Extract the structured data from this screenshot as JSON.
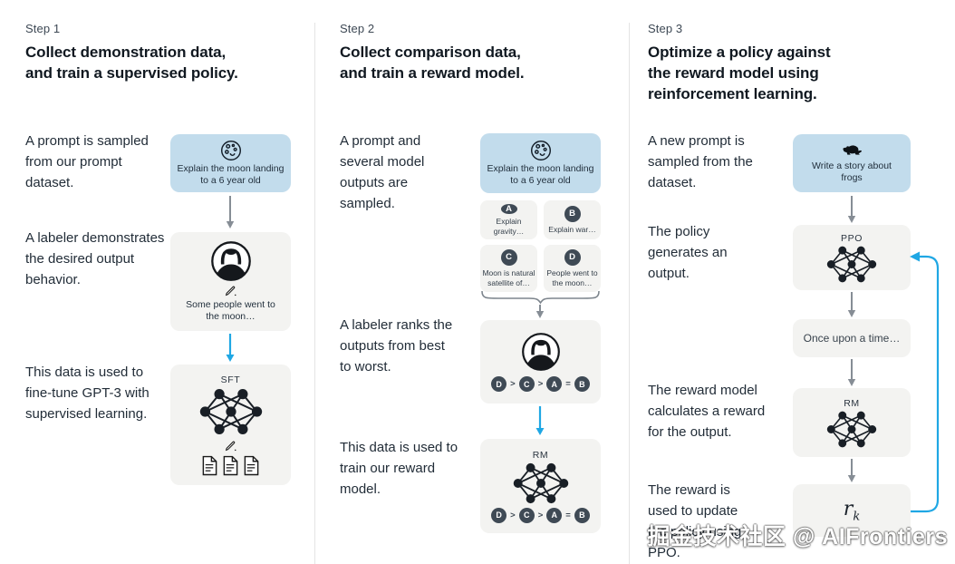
{
  "watermark": "掘金技术社区 @ AIFrontiers",
  "colors": {
    "prompt_box_bg": "#c2dcec",
    "model_box_bg": "#f3f3f1",
    "gray_arrow": "#868d95",
    "blue_arrow": "#1fa7e4",
    "chip_bg": "#3f4a55",
    "heading_text": "#101820",
    "body_text": "#222d38"
  },
  "step1": {
    "label": "Step 1",
    "title_lines": [
      "Collect demonstration data,",
      "and train a supervised policy."
    ],
    "caption_sample": "A prompt is sampled from our prompt dataset.",
    "caption_demonstrate": "A labeler demonstrates the desired output behavior.",
    "caption_finetune": "This data is used to fine-tune GPT-3 with supervised learning.",
    "prompt_text": "Explain the moon landing to a 6 year old",
    "demo_text": "Some people went to the moon…",
    "model_label": "SFT"
  },
  "step2": {
    "label": "Step 2",
    "title_lines": [
      "Collect comparison data,",
      "and train a reward model."
    ],
    "caption_sample": "A prompt and several model outputs are sampled.",
    "caption_rank": "A labeler ranks the outputs from best to worst.",
    "caption_train": "This data is used to train our reward model.",
    "prompt_text": "Explain the moon landing to a 6 year old",
    "outputs": [
      {
        "id": "A",
        "text": "Explain gravity…"
      },
      {
        "id": "B",
        "text": "Explain war…"
      },
      {
        "id": "C",
        "text": "Moon is natural satellite of…"
      },
      {
        "id": "D",
        "text": "People went to the moon…"
      }
    ],
    "ranking": {
      "items": [
        "D",
        "C",
        "A",
        "B"
      ],
      "separators": [
        ">",
        ">",
        "="
      ]
    },
    "model_label": "RM"
  },
  "step3": {
    "label": "Step 3",
    "title_lines": [
      "Optimize a policy against",
      "the reward model using",
      "reinforcement learning."
    ],
    "caption_sample": "A new prompt is sampled from the dataset.",
    "caption_generate": "The policy generates an output.",
    "caption_reward": "The reward model calculates a reward for the output.",
    "caption_update": "The reward is used to update the policy using PPO.",
    "prompt_text": "Write a story about frogs",
    "policy_label": "PPO",
    "output_text": "Once upon a time…",
    "rm_label": "RM",
    "reward_base": "r",
    "reward_sub": "k"
  }
}
